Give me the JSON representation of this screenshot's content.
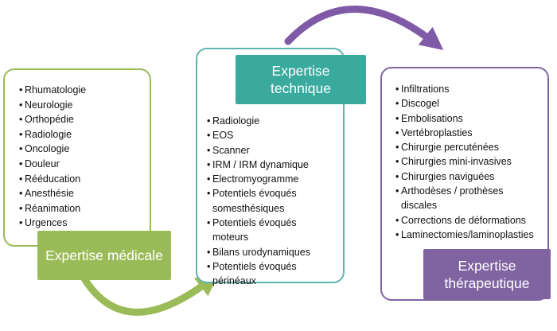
{
  "colors": {
    "medical": "#9bbb59",
    "technique_border": "#5fb3b1",
    "technique_fill": "#3aaa9f",
    "therapeutique": "#8064a2",
    "arrow_top": "#7f5aa6",
    "arrow_bottom": "#9bbb59"
  },
  "medical": {
    "title": "Expertise médicale",
    "items": [
      "Rhumatologie",
      "Neurologie",
      "Orthopédie",
      "Radiologie",
      "Oncologie",
      "Douleur",
      "Rééducation",
      "Anesthésie",
      "Réanimation",
      "Urgences"
    ]
  },
  "technique": {
    "title_line1": "Expertise",
    "title_line2": "technique",
    "items": [
      {
        "l1": "Radiologie"
      },
      {
        "l1": "EOS"
      },
      {
        "l1": "Scanner"
      },
      {
        "l1": "IRM / IRM dynamique"
      },
      {
        "l1": "Electromyogramme"
      },
      {
        "l1": "Potentiels évoqués",
        "l2": "somesthésiques"
      },
      {
        "l1": "Potentiels évoqués",
        "l2": "moteurs"
      },
      {
        "l1": "Bilans urodynamiques"
      },
      {
        "l1": "Potentiels évoqués",
        "l2": "périnéaux"
      }
    ]
  },
  "therapeutique": {
    "title_line1": "Expertise",
    "title_line2": "thérapeutique",
    "items": [
      {
        "l1": "Infiltrations"
      },
      {
        "l1": "Discogel"
      },
      {
        "l1": "Embolisations"
      },
      {
        "l1": "Vertébroplasties"
      },
      {
        "l1": "Chirurgie percuténées"
      },
      {
        "l1": "Chirurgies mini-invasives"
      },
      {
        "l1": "Chirurgies naviguées"
      },
      {
        "l1": "Arthodèses / prothèses",
        "l2": "discales"
      },
      {
        "l1": "Corrections de déformations"
      },
      {
        "l1": "Laminectomies/laminoplasties"
      }
    ]
  }
}
